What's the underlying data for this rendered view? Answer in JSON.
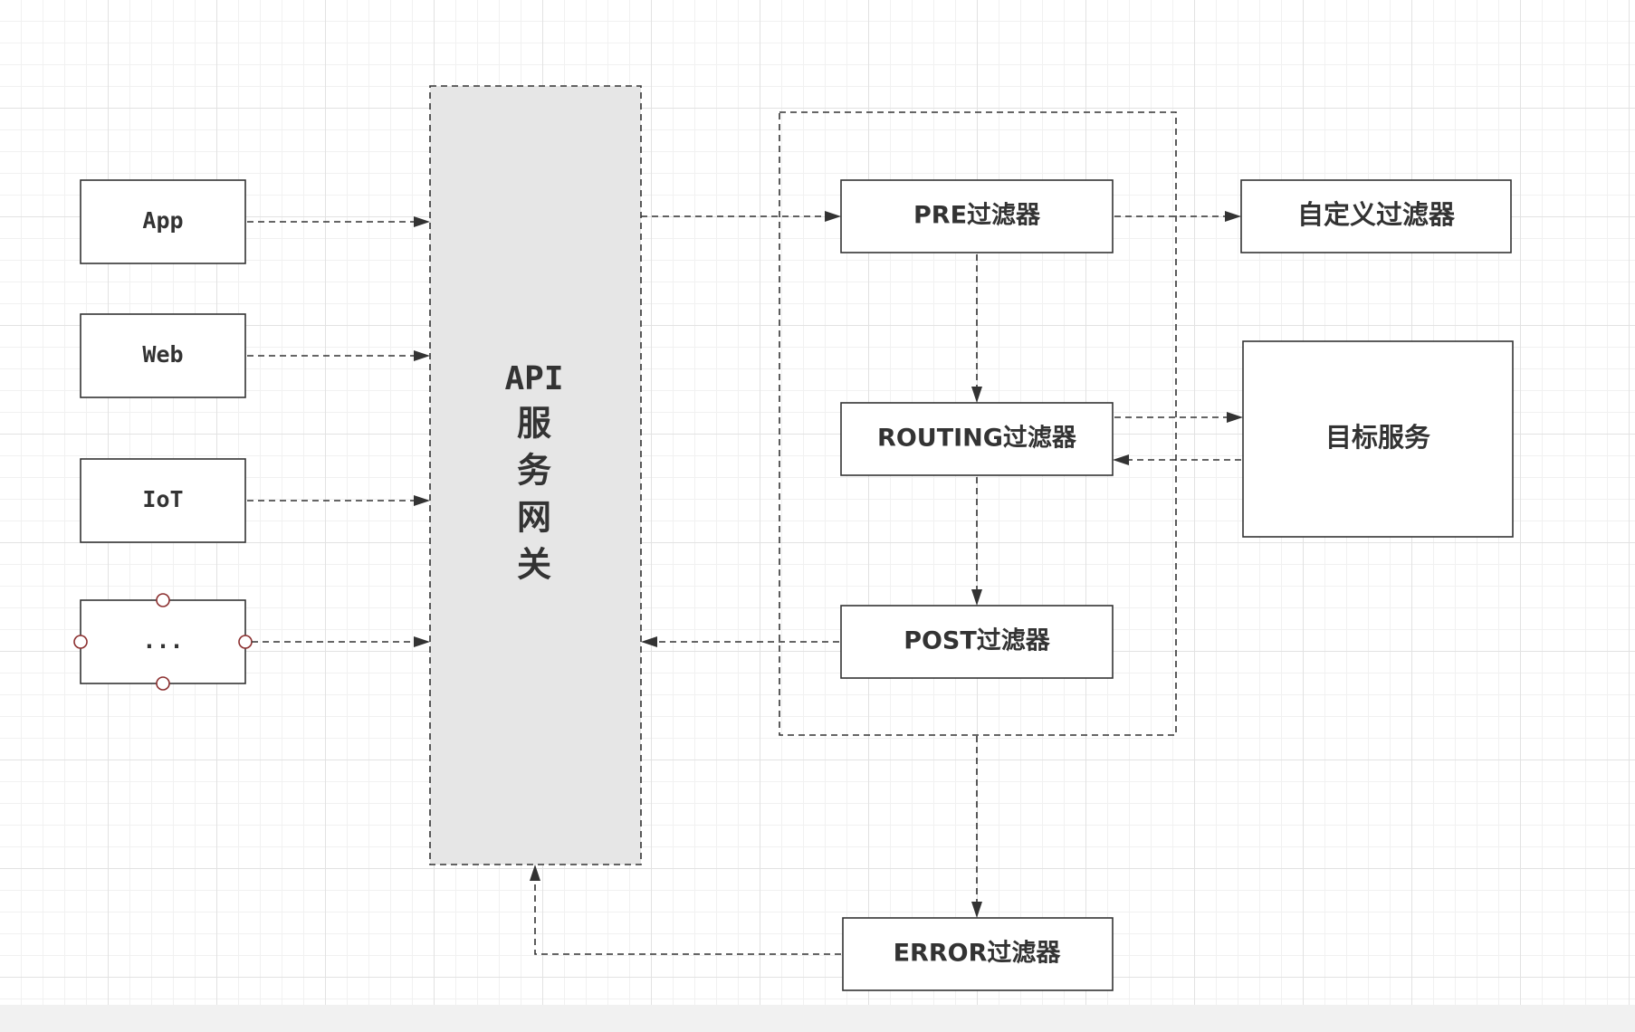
{
  "clients": [
    {
      "label": "App"
    },
    {
      "label": "Web"
    },
    {
      "label": "IoT"
    },
    {
      "label": "..."
    }
  ],
  "gateway": {
    "lines": [
      "API",
      "服",
      "务",
      "网",
      "关"
    ]
  },
  "filters": {
    "pre": "PRE过滤器",
    "routing": "ROUTING过滤器",
    "post": "POST过滤器",
    "error": "ERROR过滤器"
  },
  "custom_filter": "自定义过滤器",
  "target_service": "目标服务",
  "colors": {
    "stroke": "#333333",
    "gateway_fill": "#e6e6e6",
    "handle": "#8b2e2e"
  }
}
